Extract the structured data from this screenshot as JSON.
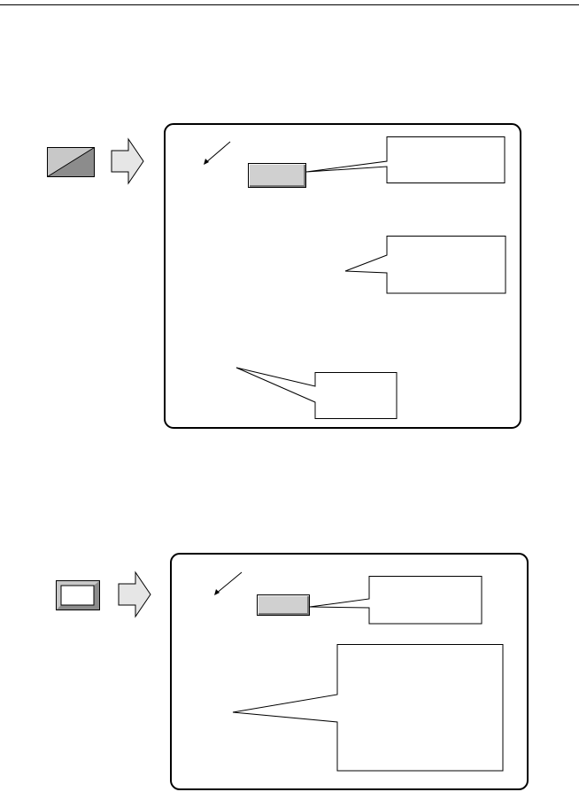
{
  "page": {
    "header_rule": true
  },
  "section1": {
    "icon": "diagonal-split-button-icon",
    "arrow": "right-arrow-icon",
    "panel": {
      "pointer": "pointer-arrow-icon",
      "button_label": "",
      "callouts": [
        {
          "name": "callout-top-right",
          "text": ""
        },
        {
          "name": "callout-middle-right",
          "text": ""
        },
        {
          "name": "callout-bottom",
          "text": ""
        }
      ]
    }
  },
  "section2": {
    "icon": "bevelled-frame-icon",
    "arrow": "right-arrow-icon",
    "panel": {
      "pointer": "pointer-arrow-icon",
      "button_label": "",
      "callouts": [
        {
          "name": "callout-top-right",
          "text": ""
        },
        {
          "name": "callout-large",
          "text": ""
        }
      ]
    }
  },
  "colors": {
    "icon_light": "#c8c8c8",
    "icon_dark": "#8c8c8c",
    "arrow_fill": "#e6e6e6",
    "button_fill": "#d0d0d0"
  }
}
